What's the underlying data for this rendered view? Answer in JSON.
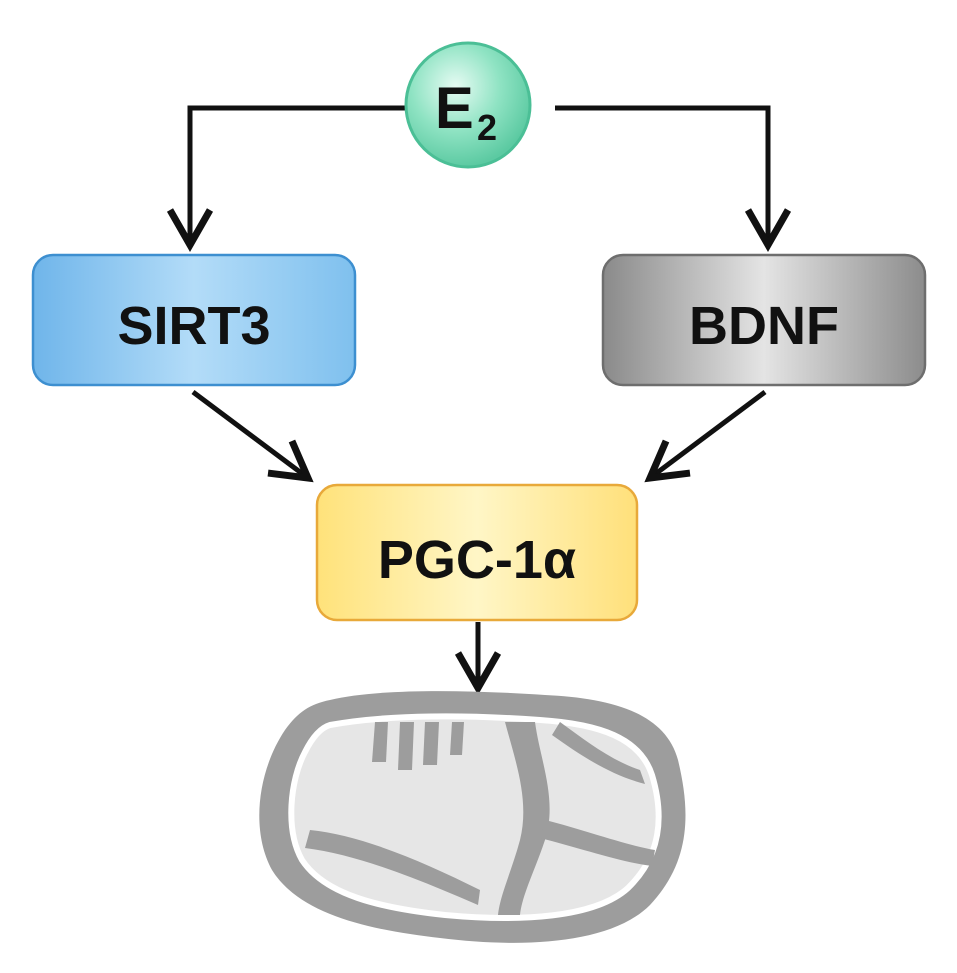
{
  "nodes": {
    "e2": {
      "label": "E",
      "subscript": "2",
      "color": "#7fe0bd"
    },
    "sirt3": {
      "label": "SIRT3",
      "color": "#8fc8f0"
    },
    "bdnf": {
      "label": "BDNF",
      "color": "#a6a6a6"
    },
    "pgc": {
      "label": "PGC-1α",
      "color": "#ffe680"
    }
  },
  "mitochondrion": {
    "icon": "mitochondrion-icon",
    "color": "#9a9a9a"
  }
}
